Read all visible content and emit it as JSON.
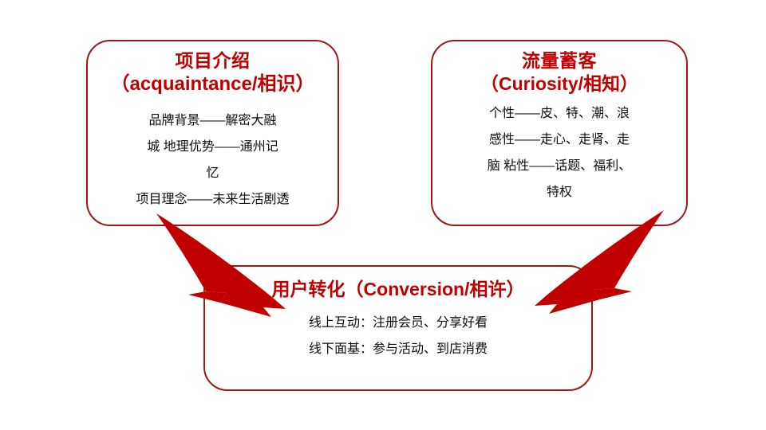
{
  "slide": {
    "background_color": "#FFFFFF",
    "accent_border_color": "#9E1717",
    "title_color": "#C00000",
    "arrow_color": "#C00000",
    "body_text_color": "#0D0D0D"
  },
  "boxes": {
    "left": {
      "title_cn": "项目介绍",
      "title_en": "（acquaintance/相识）",
      "lines": [
        "品牌背景——解密大融",
        "城 地理优势——通州记",
        "忆",
        "项目理念——未来生活剧透"
      ]
    },
    "right": {
      "title_cn": "流量蓄客",
      "title_en": "（Curiosity/相知）",
      "lines": [
        "个性——皮、特、潮、浪",
        "感性——走心、走肾、走",
        "脑 粘性——话题、福利、",
        "特权"
      ]
    },
    "bottom": {
      "title": "用户转化（Conversion/相许）",
      "lines": [
        "线上互动：注册会员、分享好看",
        "线下面基：参与活动、到店消费"
      ]
    }
  },
  "arrows": [
    {
      "name": "arrow-left-to-bottom",
      "direction": "down-right",
      "color": "#C00000"
    },
    {
      "name": "arrow-right-to-bottom",
      "direction": "down-left",
      "color": "#C00000"
    }
  ]
}
